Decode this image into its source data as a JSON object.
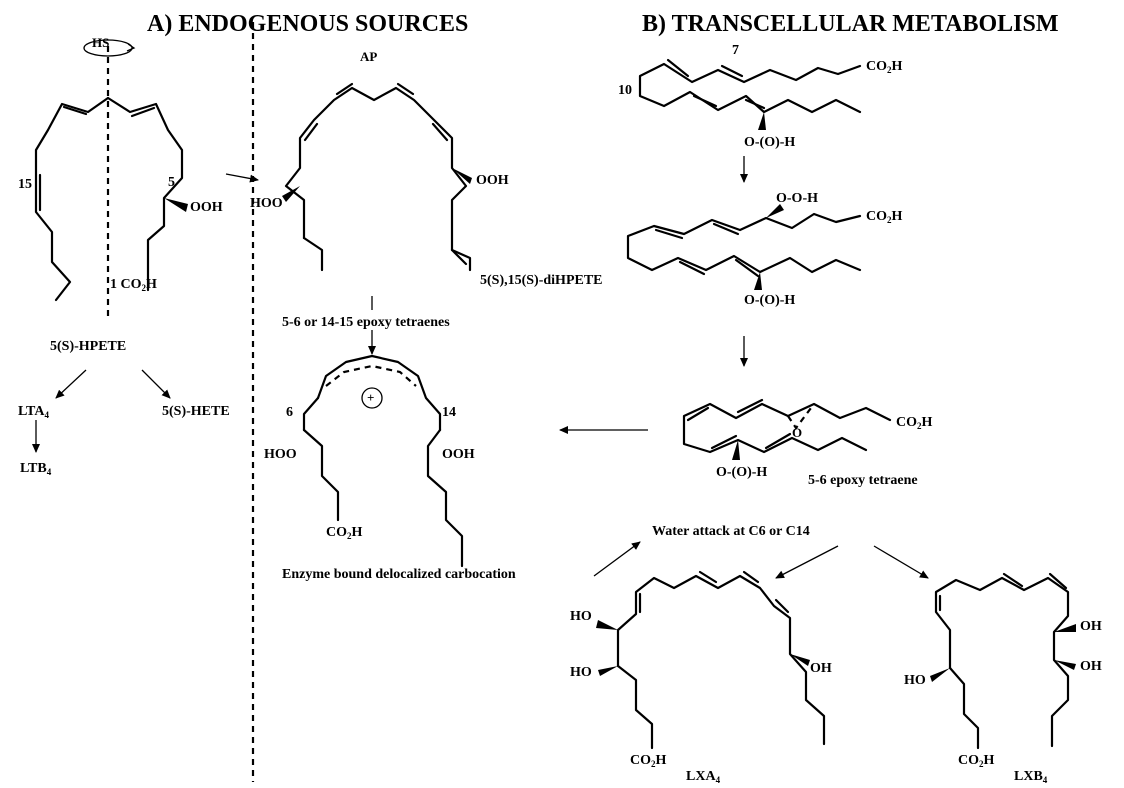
{
  "headers": {
    "a": "A) ENDOGENOUS SOURCES",
    "b": "B) TRANSCELLULAR METABOLISM"
  },
  "left": {
    "hs": "HS",
    "ap": "AP",
    "c15": "15",
    "c5": "5",
    "ooh": "OOH",
    "c1": "1",
    "co2h": "CO",
    "co2h_sub": "2",
    "co2h_end": "H",
    "hpete": "5(S)-HPETE",
    "lta": "LTA",
    "lta_sub": "4",
    "ltb": "LTB",
    "ltb_sub": "4",
    "hete": "5(S)-HETE"
  },
  "middle": {
    "hoo": "HOO",
    "ooh": "OOH",
    "dihpete": "5(S),15(S)-diHPETE",
    "epoxy_tetraenes": "5-6 or 14-15 epoxy tetraenes",
    "c6": "6",
    "c14": "14",
    "plus": "+",
    "hoo2": "HOO",
    "ooh2": "OOH",
    "co2h": "CO",
    "co2h_sub": "2",
    "co2h_end": "H",
    "carbocation": "Enzyme bound delocalized carbocation"
  },
  "right": {
    "c7": "7",
    "c10": "10",
    "co2h_top": "CO",
    "co2h_top_sub": "2",
    "co2h_top_end": "H",
    "oh_top": "O-(O)-H",
    "ooh_mid": "O-O-H",
    "co2h_mid": "CO",
    "co2h_mid_sub": "2",
    "co2h_mid_end": "H",
    "oh_mid": "O-(O)-H",
    "epox_o": "O",
    "co2h_epox": "CO",
    "co2h_epox_sub": "2",
    "co2h_epox_end": "H",
    "oh_epox": "O-(O)-H",
    "epoxy_tetraene": "5-6 epoxy tetraene",
    "water_attack": "Water attack at C6 or C14",
    "lxa_ho1": "HO",
    "lxa_ho2": "HO",
    "lxa_oh": "OH",
    "lxa_co2h": "CO",
    "lxa_co2h_sub": "2",
    "lxa_co2h_end": "H",
    "lxa": "LXA",
    "lxa_sub": "4",
    "lxb_ho": "HO",
    "lxb_oh1": "OH",
    "lxb_oh2": "OH",
    "lxb_co2h": "CO",
    "lxb_co2h_sub": "2",
    "lxb_co2h_end": "H",
    "lxb": "LXB",
    "lxb_sub": "4"
  }
}
